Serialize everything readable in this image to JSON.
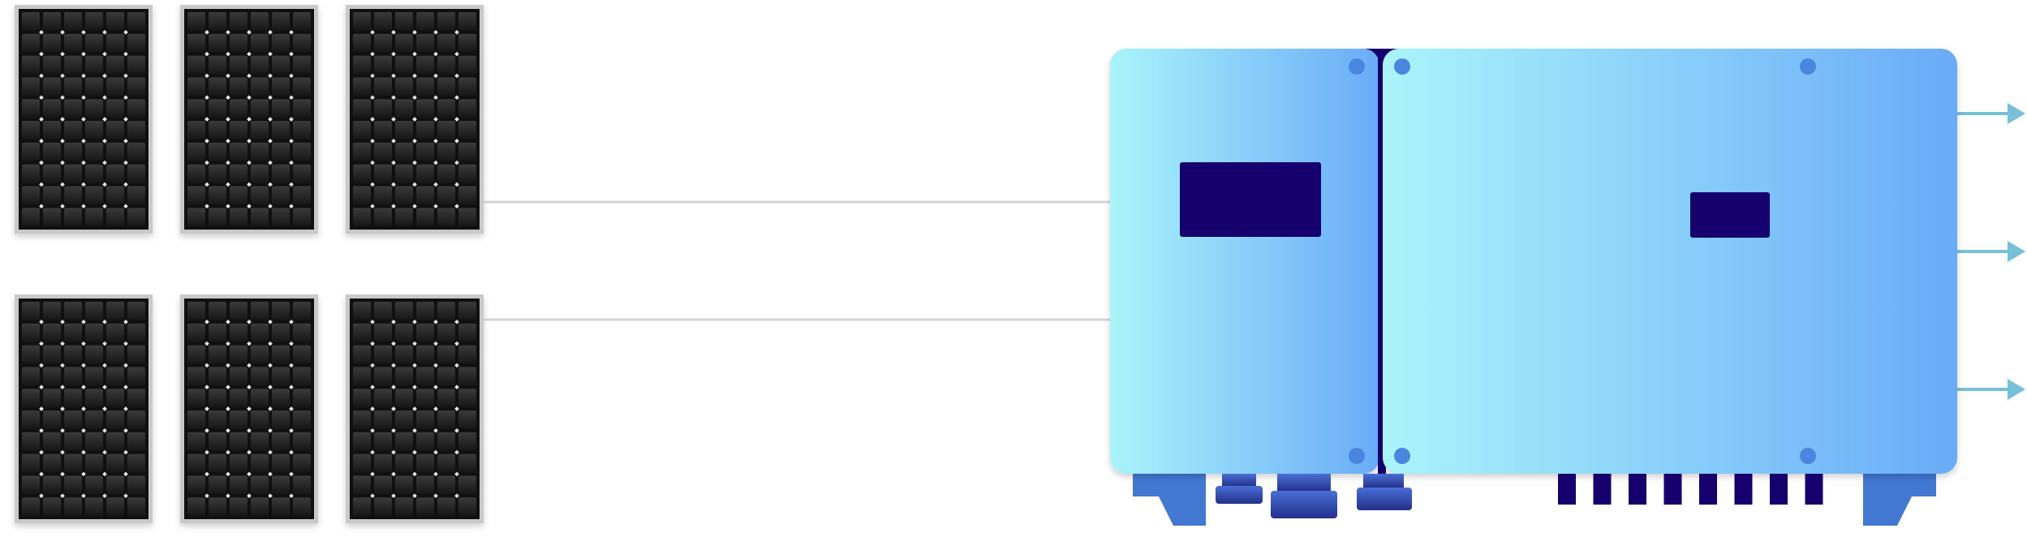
{
  "diagram": {
    "solar_panels": [
      {
        "id": "panel-row1-col1"
      },
      {
        "id": "panel-row1-col2"
      },
      {
        "id": "panel-row1-col3"
      },
      {
        "id": "panel-row2-col1"
      },
      {
        "id": "panel-row2-col2"
      },
      {
        "id": "panel-row2-col3"
      }
    ],
    "panel_grid": {
      "rows": 2,
      "columns": 3,
      "cell_columns": 6,
      "cell_rows": 10
    },
    "string_connections": 2,
    "inverter": {
      "compartments": 2,
      "display_screens": 2,
      "bottom_connectors": 8,
      "dc_glands": 3
    },
    "ac_outputs": 3
  },
  "colors": {
    "panel_frame": "#c9c9c9",
    "panel_cell": "#1b1b1b",
    "inverter_gradient_start": "#aaf4fb",
    "inverter_gradient_end": "#6aabf8",
    "inverter_dark": "#16006e",
    "inverter_accent": "#4278d2",
    "screw": "#4a86e0",
    "wire": "#d4d4d4",
    "output_arrow": "#78bfd8"
  },
  "icons": {
    "panel": "solar-panel-icon",
    "inverter": "inverter-icon",
    "arrow": "arrow-right-icon"
  }
}
